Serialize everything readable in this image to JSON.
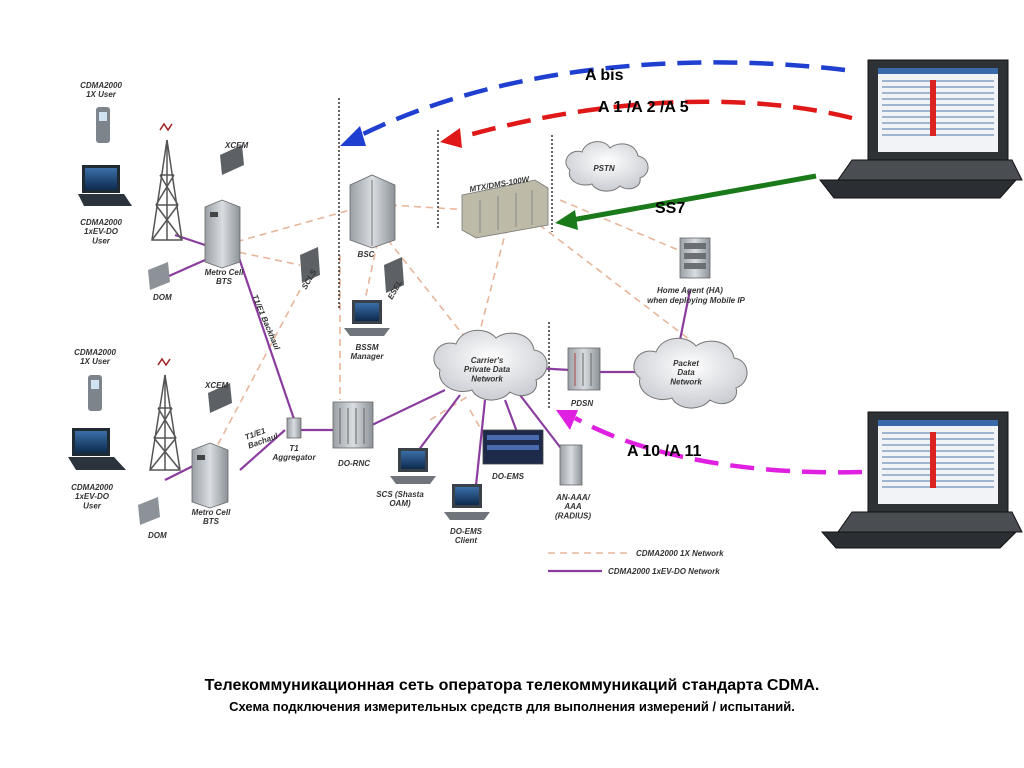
{
  "colors": {
    "abis": "#1f3fd0",
    "a125": "#e01818",
    "ss7": "#1a7a1a",
    "a1011": "#e020e0",
    "network_1x": "#e8b59a",
    "network_evdo": "#8a3d9e"
  },
  "interfaces": {
    "abis": "A bis",
    "a1a2a5": "A 1 /A 2 /A 5",
    "ss7": "SS7",
    "a10a11": "A 10 /A 11"
  },
  "nodes": {
    "cdma_1x_user_top": "CDMA2000\n1X User",
    "evdo_user_top": "CDMA2000\n1xEV-DO\nUser",
    "xcem_top": "XCEM",
    "dom_top": "DOM",
    "bts_top": "Metro Cell\nBTS",
    "backhaul_top": "T1/E1 Backhaul",
    "scls": "SCLS",
    "bsc": "BSC",
    "esel": "ESEL",
    "bssm": "BSSM\nManager",
    "mtx": "MTX/DMS-100W",
    "pstn": "PSTN",
    "home_agent": "Home Agent (HA)",
    "home_agent_note": "when deploying Mobile IP",
    "cdma_1x_user_bottom": "CDMA2000\n1X User",
    "evdo_user_bottom": "CDMA2000\n1xEV-DO\nUser",
    "xcem_bottom": "XCEM",
    "dom_bottom": "DOM",
    "bts_bottom": "Metro Cell\nBTS",
    "backhaul_bottom": "T1/E1\nBachaul",
    "t1_aggregator": "T1\nAggregator",
    "do_rnc": "DO-RNC",
    "private_network": "Carrier's\nPrivate Data\nNetwork",
    "pdsn": "PDSN",
    "packet_network": "Packet\nData\nNetwork",
    "scs": "SCS (Shasta\nOAM)",
    "do_ems": "DO-EMS",
    "do_ems_client": "DO-EMS\nClient",
    "an_aaa": "AN-AAA/\nAAA\n(RADIUS)"
  },
  "legend": {
    "item_1x": "CDMA2000 1X Network",
    "item_evdo": "CDMA2000 1xEV-DO Network"
  },
  "caption": {
    "line1": "Телекоммуникационная сеть оператора телекоммуникаций стандарта CDMA.",
    "line2": "Схема подключения измерительных средств для выполнения измерений / испытаний."
  }
}
